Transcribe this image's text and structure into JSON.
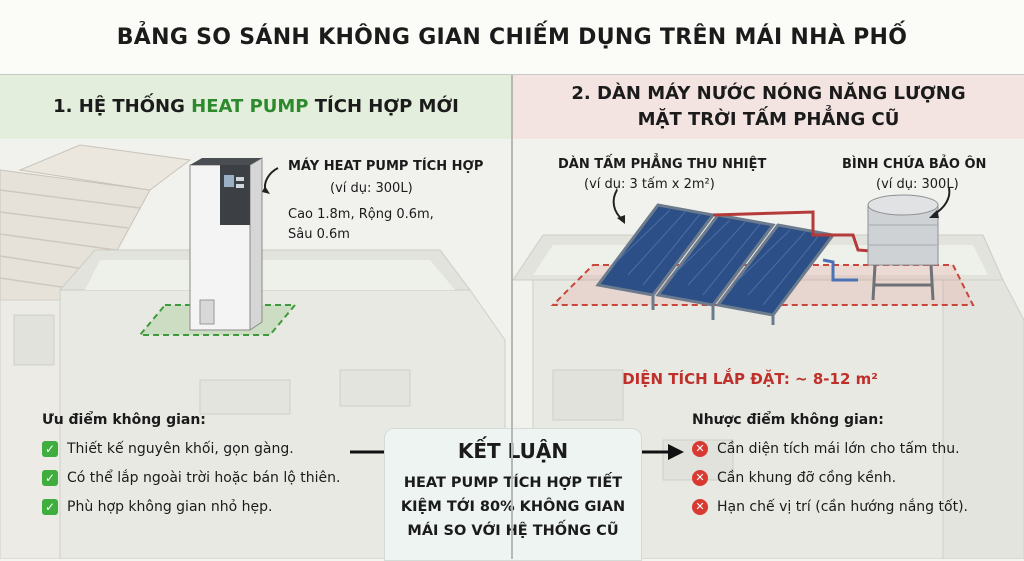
{
  "title": "BẢNG SO SÁNH KHÔNG GIAN CHIẾM DỤNG TRÊN MÁI NHÀ PHỐ",
  "left": {
    "heading_pre": "1. HỆ THỐNG ",
    "heading_hl": "HEAT PUMP",
    "heading_post": " TÍCH HỢP MỚI",
    "device_title": "MÁY HEAT PUMP TÍCH HỢP",
    "device_example": "(ví dụ: 300L)",
    "device_dim1": "Cao 1.8m, Rộng 0.6m,",
    "device_dim2": "Sâu 0.6m",
    "adv_heading": "Ưu điểm không gian:",
    "advantages": [
      "Thiết kế nguyên khối, gọn gàng.",
      "Có thể lắp ngoài trời hoặc bán lộ thiên.",
      "Phù hợp không gian nhỏ hẹp."
    ]
  },
  "right": {
    "heading_line1": "2. DÀN MÁY NƯỚC NÓNG NĂNG LƯỢNG",
    "heading_line2": "MẶT TRỜI TẤM PHẲNG CŨ",
    "panel_title": "DÀN TẤM PHẲNG THU NHIỆT",
    "panel_example": "(ví dụ: 3 tấm x 2m²)",
    "tank_title": "BÌNH CHỨA BẢO ÔN",
    "tank_example": "(ví dụ: 300L)",
    "area": "DIỆN TÍCH LẮP ĐẶT: ~ 8-12 m²",
    "dis_heading": "Nhược điểm không gian:",
    "disadvantages": [
      "Cần diện tích mái lớn cho tấm thu.",
      "Cần khung đỡ cồng kềnh.",
      "Hạn chế vị trí (cần hướng nắng tốt)."
    ]
  },
  "conclusion": {
    "title": "KẾT LUẬN",
    "line1": "HEAT PUMP TÍCH HỢP TIẾT",
    "line2": "KIỆM TỚI 80% KHÔNG GIAN",
    "line3": "MÁI SO VỚI HỆ THỐNG CŨ"
  },
  "colors": {
    "accent_green": "#2c8a2c",
    "accent_red": "#c0302a"
  }
}
